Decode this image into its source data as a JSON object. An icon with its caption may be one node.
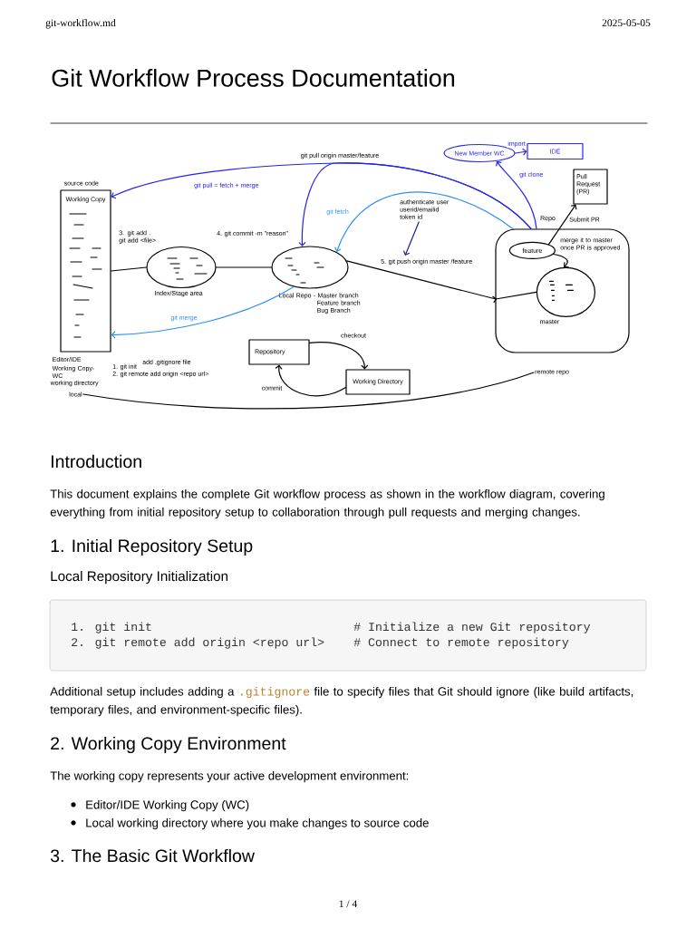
{
  "diagram": {
    "title": "Git Workflow Process Documentation",
    "nodes": [
      {
        "text": [
          "Working Copy"
        ],
        "beside": [
          "source code",
          "Editor/IDE",
          "Working Copy- WC",
          "working directory"
        ]
      },
      {
        "text": [
          "Index/Stage area"
        ]
      },
      {
        "text": [
          "Local Repo - Master branch Feature branch Bug Branch"
        ]
      },
      {
        "text": [
          "New Member WC"
        ]
      },
      {
        "text": [
          "IDE"
        ]
      },
      {
        "text": [
          "authenticate user userid/emailid token id"
        ]
      },
      {
        "text": [
          "Pull Request (PR)"
        ]
      },
      {
        "text": [
          "Repo"
        ]
      },
      {
        "text": [
          "feature"
        ],
        "in": 7
      },
      {
        "text": [
          "master"
        ],
        "in": 7
      },
      {
        "text": [
          "Repository"
        ]
      },
      {
        "text": [
          "Working Directory"
        ]
      },
      {
        "text": [
          "local"
        ]
      },
      {
        "text": [
          "remote repo"
        ]
      }
    ],
    "edges": [
      {
        "from": 0,
        "to": 1,
        "arrow": "none",
        "label": "3. git add . git add <file>"
      },
      {
        "from": 1,
        "to": 2,
        "arrow": "none",
        "label": "4. git commit -m \"reason\""
      },
      {
        "from": 2,
        "to": 9,
        "arrow": "to",
        "label": "5. git push origin master /feature"
      },
      {
        "from": 7,
        "to": 0,
        "arrow": "to",
        "label": "git pull = fetch + merge",
        "color": "#2323ee"
      },
      {
        "from": 7,
        "to": 2,
        "arrow": "to",
        "color": "#2323ee"
      },
      {
        "from": 7,
        "to": 2,
        "arrow": "to",
        "label": "git fetch",
        "color": "#2e8ff2"
      },
      {
        "from": 2,
        "to": 0,
        "arrow": "to",
        "label": "git merge",
        "color": "#2e8ff2"
      },
      {
        "from": 7,
        "to": 3,
        "arrow": "to",
        "label": "git clone",
        "color": "#2323ee"
      },
      {
        "from": 3,
        "to": 4,
        "arrow": "to",
        "label": "import",
        "color": "#2323ee"
      },
      {
        "from": 5,
        "to": null,
        "arrow": "to",
        "color": "#1c1f8f"
      },
      {
        "from": 8,
        "to": 6,
        "arrow": "to",
        "label": "Submit PR"
      },
      {
        "from": 8,
        "to": 9,
        "arrow": "to",
        "label": "merge it to master once PR is approved"
      },
      {
        "from": 10,
        "to": 11,
        "arrow": "to",
        "label": "checkout"
      },
      {
        "from": 11,
        "to": 10,
        "arrow": "to",
        "label": "commit"
      },
      {
        "from": 12,
        "to": 13,
        "arrow": "none"
      }
    ],
    "labels": [
      "git-workflow.md",
      "2025-05-05",
      "git pull origin master/feature",
      "add .gitignore file",
      "1. git init",
      "2. git remote add origin <repo url>",
      "Introduction",
      "This document explains the complete Git workflow process as shown in the workflow diagram, covering everything from initial repository setup to collaboration through pull requests and merging changes.",
      "1. Initial Repository Setup",
      "Local Repository Initialization",
      "1. git init",
      "# Initialize a new Git repository",
      "2. git remote add origin <repo url>",
      "# Connect to remote repository",
      "Additional setup includes adding a **.gitignore** file to specify files that Git should ignore (like build artifacts, temporary files, and environment-specific files).",
      "2. Working Copy Environment",
      "The working copy represents your active development environment:",
      "Editor/IDE Working Copy (WC)",
      "Local working directory where you make changes to source code",
      "3. The Basic Git Workflow",
      "1 / 4"
    ]
  }
}
